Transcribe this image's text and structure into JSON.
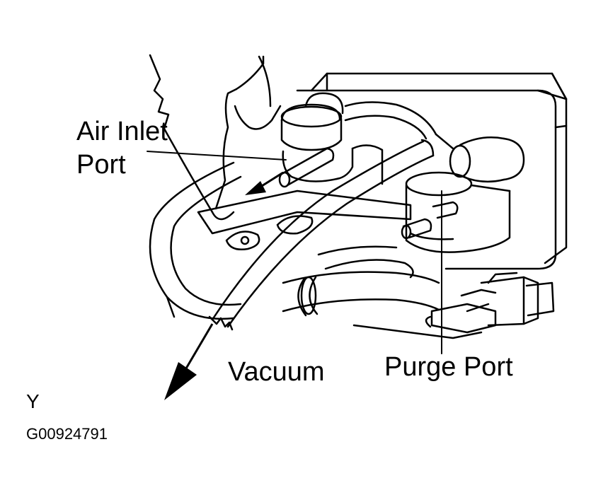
{
  "labels": {
    "air_inlet_port_line1": "Air Inlet",
    "air_inlet_port_line2": "Port",
    "vacuum": "Vacuum",
    "purge_port": "Purge Port",
    "view_letter": "Y",
    "figure_code": "G00924791"
  },
  "colors": {
    "ink": "#000000",
    "paper": "#ffffff"
  }
}
